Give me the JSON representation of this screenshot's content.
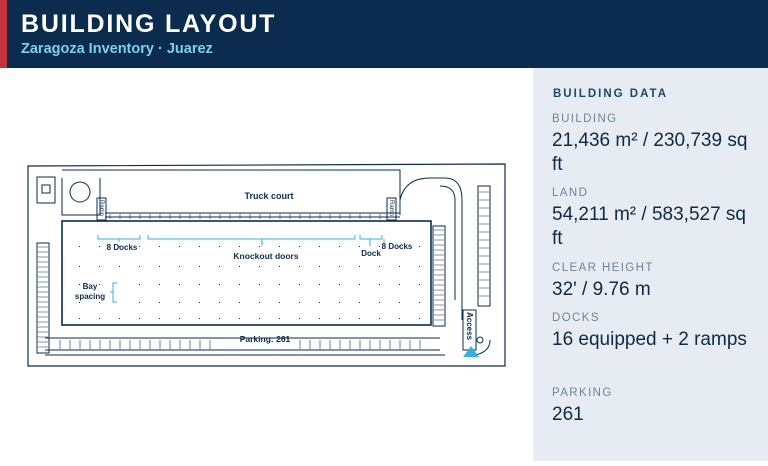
{
  "header": {
    "title": "BUILDING LAYOUT",
    "subtitle": "Zaragoza Inventory · Juarez"
  },
  "plan_labels": {
    "truck_court": "Truck court",
    "ramp_left": "Ramp",
    "ramp_right": "Ramp",
    "docks_left": "8 Docks",
    "knockout_doors": "Knockout doors",
    "dock": "Dock",
    "docks_right": "8 Docks",
    "bay_spacing_1": "Bay",
    "bay_spacing_2": "spacing",
    "parking": "Parking: 261",
    "access": "Access"
  },
  "panel": {
    "title": "BUILDING DATA",
    "rows": [
      {
        "label": "BUILDING",
        "value": "21,436 m² / 230,739 sq ft"
      },
      {
        "label": "LAND",
        "value": "54,211 m² / 583,527 sq ft"
      },
      {
        "label": "CLEAR HEIGHT",
        "value": "32' / 9.76 m"
      },
      {
        "label": "DOCKS",
        "value": "16 equipped + 2 ramps"
      },
      {
        "label": "PARKING",
        "value": "261"
      }
    ]
  },
  "colors": {
    "header_bg": "#0b2b4f",
    "accent": "#c0343a",
    "subtitle": "#7fd0ee",
    "plan_lines": "#0d2b4d",
    "plan_highlight": "#3aaee0",
    "panel_bg": "#e7ecf2"
  }
}
